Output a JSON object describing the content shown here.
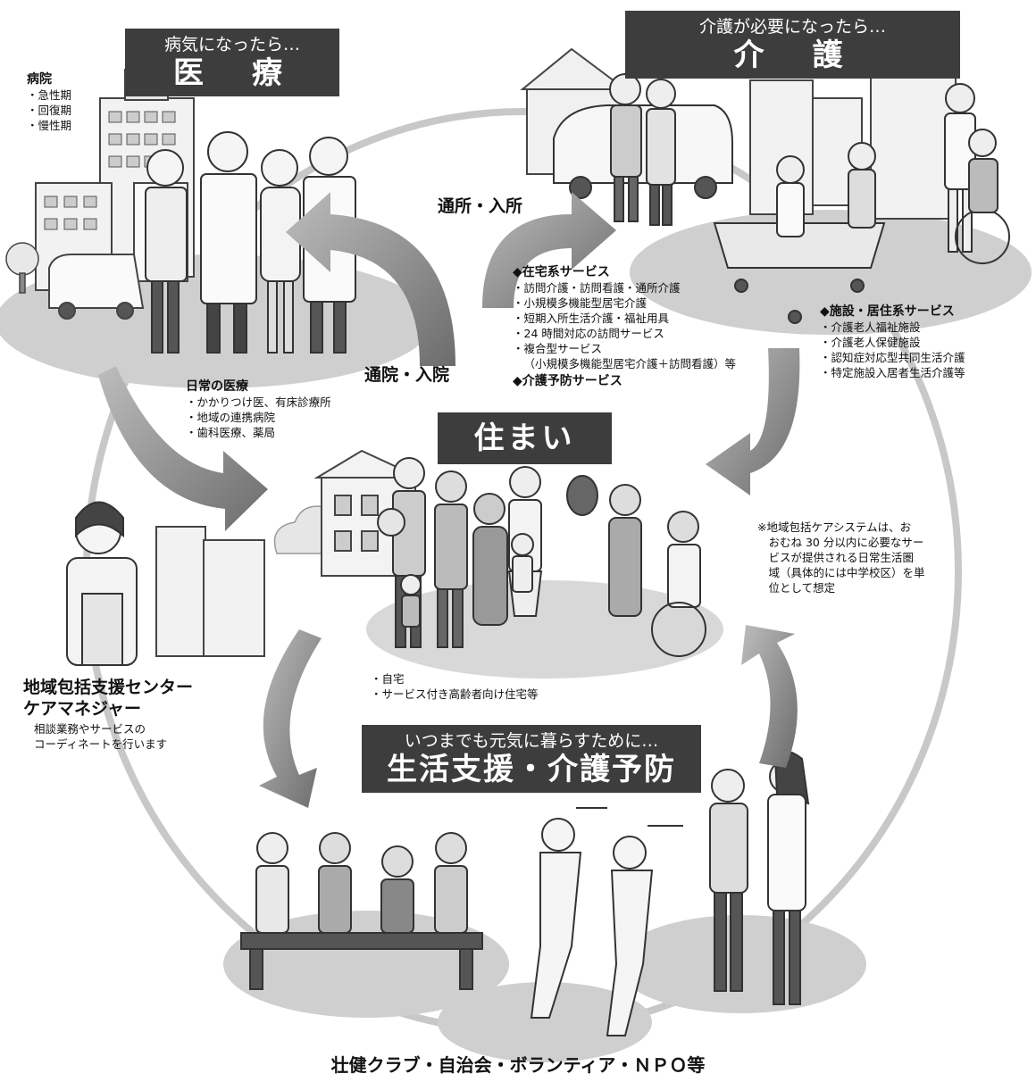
{
  "medical": {
    "banner_sub": "病気になったら…",
    "banner_main": "医　療",
    "hospital_title": "病院",
    "hospital_items": [
      "急性期",
      "回復期",
      "慢性期"
    ],
    "daily_title": "日常の医療",
    "daily_items": [
      "かかりつけ医、有床診療所",
      "地域の連携病院",
      "歯科医療、薬局"
    ],
    "flow_label": "通院・入院"
  },
  "care": {
    "banner_sub": "介護が必要になったら…",
    "banner_main": "介　護",
    "flow_label": "通所・入所",
    "home_title": "◆在宅系サービス",
    "home_items": [
      "訪問介護・訪問看護・通所介護",
      "小規模多機能型居宅介護",
      "短期入所生活介護・福祉用具",
      "24 時間対応の訪問サービス",
      "複合型サービス"
    ],
    "home_items_cont": "（小規模多機能型居宅介護＋訪問看護）等",
    "prevention_title": "◆介護予防サービス",
    "facility_title": "◆施設・居住系サービス",
    "facility_items": [
      "介護老人福祉施設",
      "介護老人保健施設",
      "認知症対応型共同生活介護",
      "特定施設入居者生活介護等"
    ]
  },
  "housing": {
    "banner": "住まい",
    "items": [
      "自宅",
      "サービス付き高齢者向け住宅等"
    ]
  },
  "center": {
    "title_line1": "地域包括支援センター",
    "title_line2": "ケアマネジャー",
    "desc_line1": "相談業務やサービスの",
    "desc_line2": "コーディネートを行います"
  },
  "note": {
    "line1": "※地域包括ケアシステムは、お",
    "line2": "おむね 30 分以内に必要なサー",
    "line3": "ビスが提供される日常生活圏",
    "line4": "域（具体的には中学校区）を単",
    "line5": "位として想定"
  },
  "living": {
    "banner_sub": "いつまでも元気に暮らすために…",
    "banner_main": "生活支援・介護予防",
    "footer": "壮健クラブ・自治会・ボランティア・ＮＰＯ等"
  },
  "colors": {
    "banner_bg": "#3d3d3d",
    "arrow": "#7a7a7a",
    "ring": "#c8c8c8",
    "ground": "#cfcfcf"
  }
}
